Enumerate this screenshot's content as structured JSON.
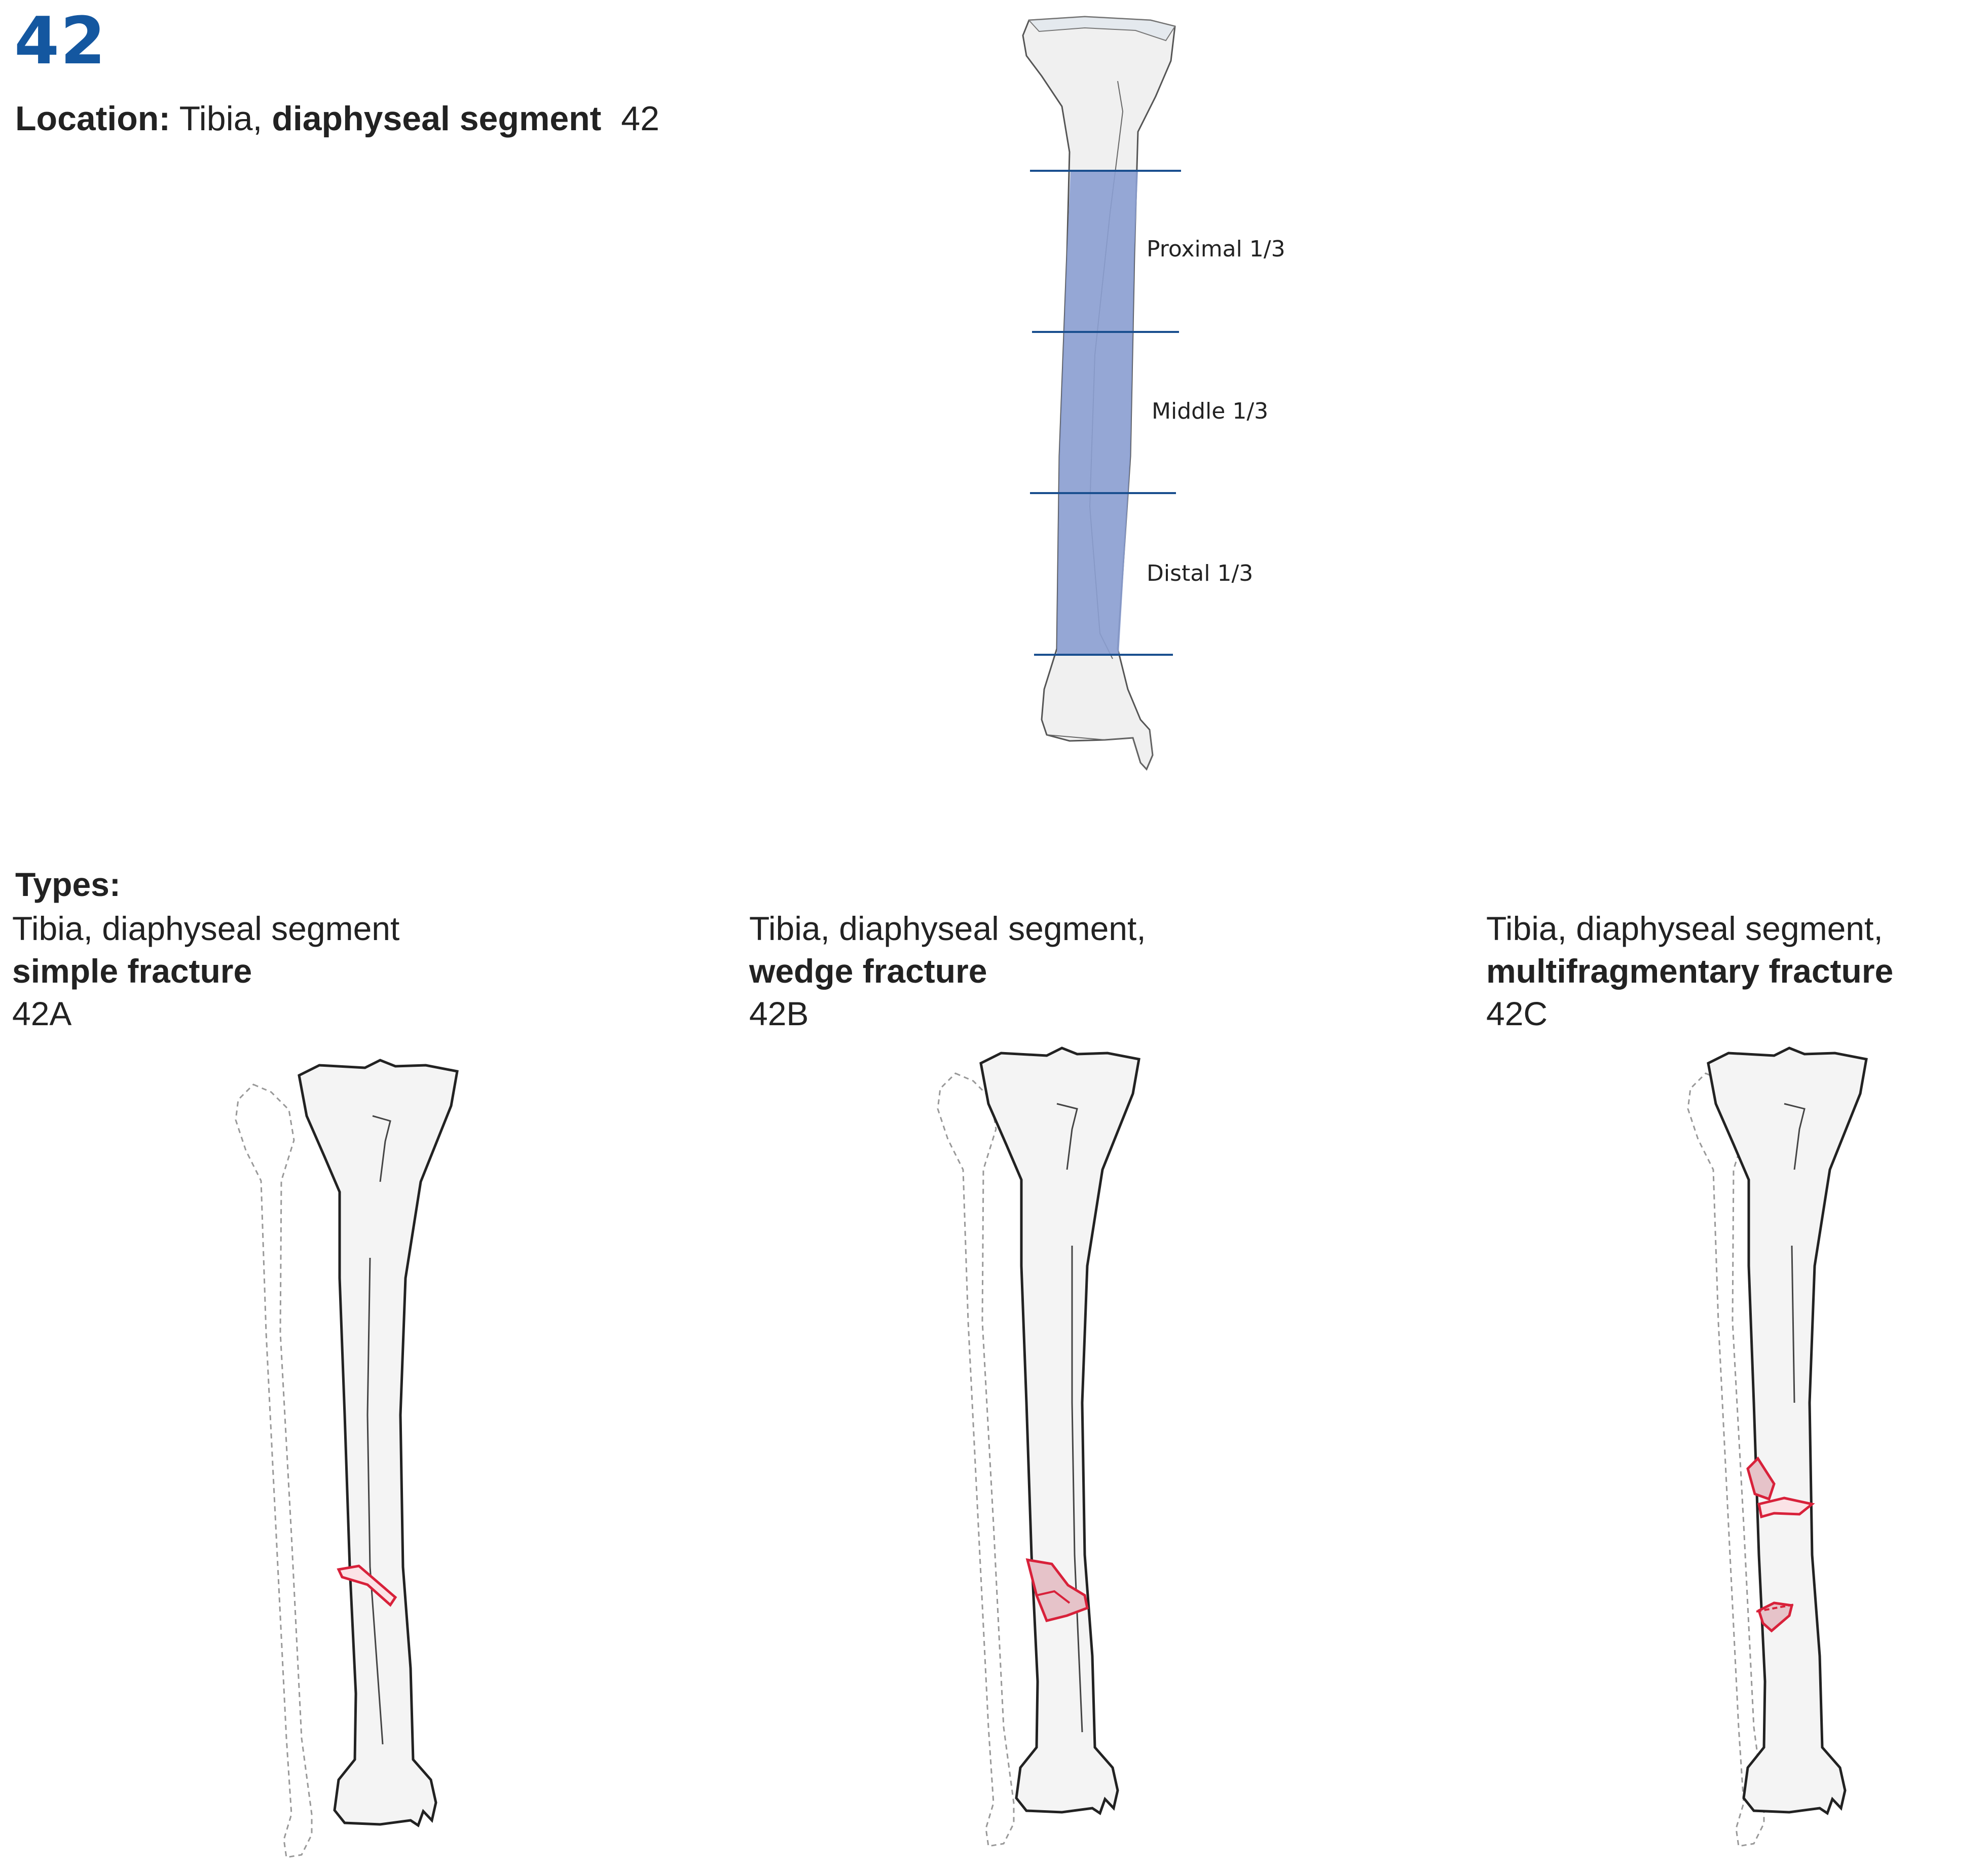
{
  "header": {
    "code": "42",
    "location_label": "Location:",
    "location_bone": "Tibia,",
    "location_segment": "diaphyseal segment",
    "location_code": "42"
  },
  "segments": [
    {
      "label": "Proximal 1/3"
    },
    {
      "label": "Middle 1/3"
    },
    {
      "label": "Distal 1/3"
    }
  ],
  "types_heading": "Types:",
  "types": [
    {
      "line1": "Tibia, diaphyseal segment",
      "name": "simple fracture",
      "code": "42A"
    },
    {
      "line1": "Tibia, diaphyseal segment,",
      "name": "wedge fracture",
      "code": "42B"
    },
    {
      "line1": "Tibia, diaphyseal segment,",
      "name": "multifragmentary fracture",
      "code": "42C"
    }
  ],
  "colors": {
    "accent": "#1457a0",
    "segment_line": "#1a4f8f",
    "diaphysis_fill": "#8b9ed2",
    "bone_fill": "#f2f2f2",
    "fracture_line": "#d8213a"
  }
}
